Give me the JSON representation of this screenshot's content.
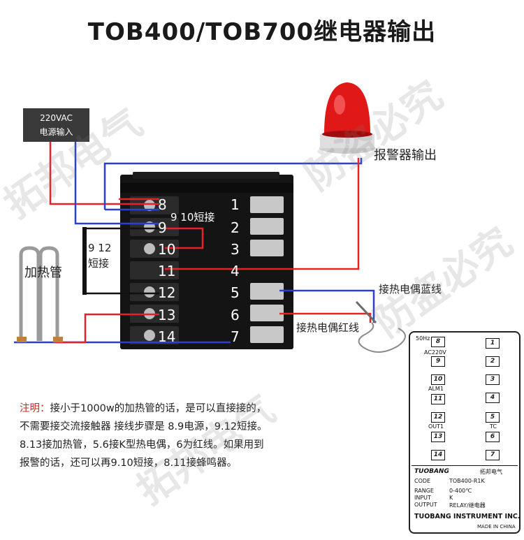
{
  "title": "TOB400/TOB700继电器输出",
  "power_box": {
    "line1": "220VAC",
    "line2": "电源输入"
  },
  "labels": {
    "alarm_output": "报警器输出",
    "heater": "加热管",
    "short_9_10": "9 10短接",
    "short_9_12_a": "9 12",
    "short_9_12_b": "短接",
    "tc_blue": "接热电偶蓝线",
    "tc_red": "接热电偶红线"
  },
  "terminals_left": [
    "8",
    "9",
    "10",
    "11",
    "12",
    "13",
    "14"
  ],
  "terminals_right": [
    "1",
    "2",
    "3",
    "4",
    "5",
    "6",
    "7"
  ],
  "note": {
    "prefix": "注明：",
    "lines": [
      "接小于1000w的加热管的话，是可以直接接的，",
      "不需要接交流接触器 接线步骤是 8.9电源，9.12短接。",
      "8.13接加热管，5.6接K型热电偶，6为红线。如果用到",
      "报警的话，还可以再9.10短接，8.11接蜂鸣器。"
    ]
  },
  "spec_panel": {
    "left_labels": [
      "50Hz",
      "AC220V",
      "ALM1",
      "OUT1"
    ],
    "left_terminals": [
      "8",
      "9",
      "10",
      "11",
      "12",
      "13",
      "14"
    ],
    "right_terminals": [
      "1",
      "2",
      "3",
      "4",
      "5",
      "6",
      "7"
    ],
    "tc_label": "TC",
    "brand": "TUOBANG",
    "brand_cn": "拓邦电气",
    "rows": [
      {
        "k": "CODE",
        "v": "TOB400-R1K"
      },
      {
        "k": "RANGE",
        "v": "0-400℃"
      },
      {
        "k": "INPUT",
        "v": "K"
      },
      {
        "k": "OUTPUT",
        "v": "RELAY/继电器"
      }
    ],
    "company": "TUOBANG INSTRUMENT INC.",
    "made_in": "MADE IN CHINA"
  },
  "watermark": {
    "text1": "拓邦电气",
    "text2": "防盗必究"
  },
  "colors": {
    "red_wire": "#e8202a",
    "blue_wire": "#2a3fd6",
    "black_wire": "#111111",
    "lamp_red": "#e01818"
  }
}
